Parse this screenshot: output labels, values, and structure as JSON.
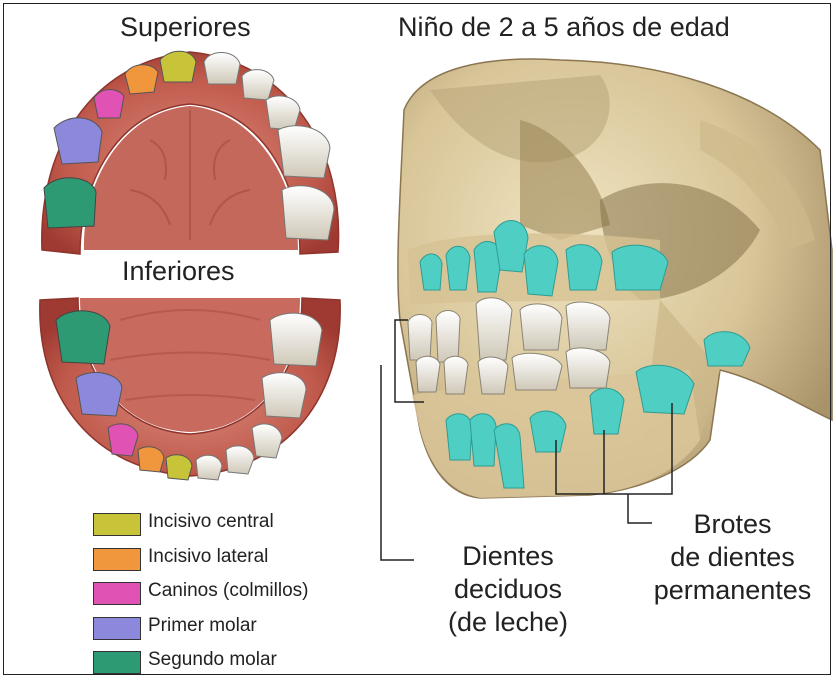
{
  "titles": {
    "upper_jaw": "Superiores",
    "lower_jaw": "Inferiores",
    "skull": "Niño de 2 a 5 años de edad"
  },
  "callouts": {
    "deciduous": [
      "Dientes",
      "deciduos",
      "(de leche)"
    ],
    "buds": [
      "Brotes",
      "de dientes",
      "permanentes"
    ]
  },
  "legend": [
    {
      "label": "Incisivo central",
      "color": "#c8c43a"
    },
    {
      "label": "Incisivo lateral",
      "color": "#f0963c"
    },
    {
      "label": "Caninos (colmillos)",
      "color": "#e052b4"
    },
    {
      "label": "Primer molar",
      "color": "#8c88dc"
    },
    {
      "label": "Segundo molar",
      "color": "#2e9a74"
    }
  ],
  "colors": {
    "gum": "#b5493e",
    "palate": "#c96a5e",
    "bone": "#e3d3ab",
    "baby_tooth": "#ede8dc",
    "permanent_bud": "#4fcfc4"
  }
}
